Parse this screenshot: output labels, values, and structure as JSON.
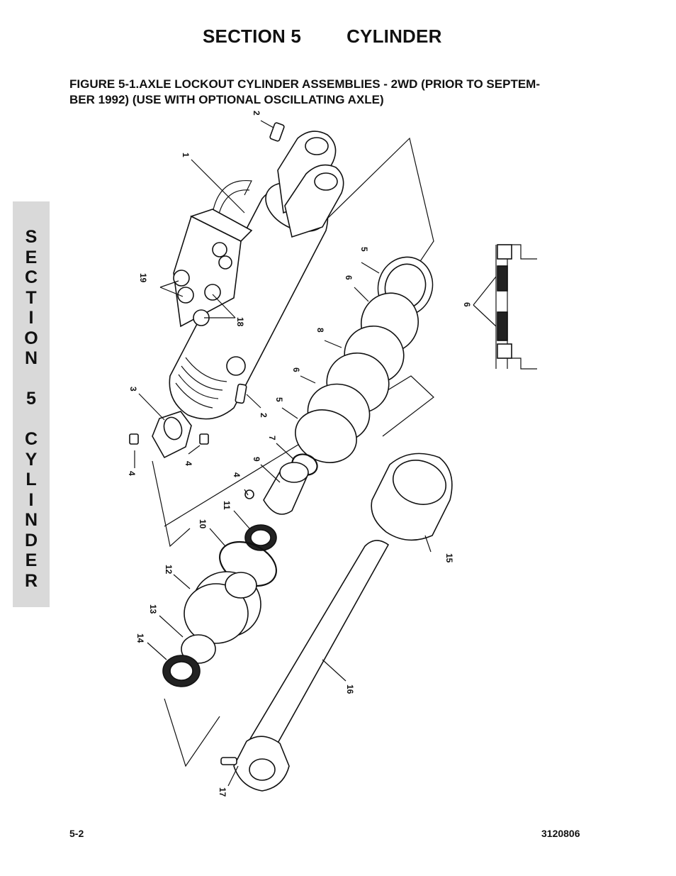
{
  "header": {
    "section": "SECTION 5",
    "name": "CYLINDER"
  },
  "figure": {
    "caption_line1": "FIGURE 5-1.AXLE LOCKOUT CYLINDER ASSEMBLIES - 2WD (PRIOR TO SEPTEM-",
    "caption_line2": "BER 1992) (USE WITH OPTIONAL OSCILLATING AXLE)"
  },
  "side_tab": {
    "text": "S\nE\nC\nT\nI\nO\nN\n\n5\n\nC\nY\nL\nI\nN\nD\nE\nR"
  },
  "callouts": {
    "c1": "1",
    "c2a": "2",
    "c2b": "2",
    "c3": "3",
    "c4a": "4",
    "c4b": "4",
    "c4c": "4",
    "c5a": "5",
    "c5b": "5",
    "c6a": "6",
    "c6b": "6",
    "c6c": "6",
    "c7": "7",
    "c8": "8",
    "c9": "9",
    "c10": "10",
    "c11": "11",
    "c12": "12",
    "c13": "13",
    "c14": "14",
    "c15": "15",
    "c16": "16",
    "c17": "17",
    "c18": "18",
    "c19": "19"
  },
  "footer": {
    "page": "5-2",
    "doc_number": "3120806"
  }
}
